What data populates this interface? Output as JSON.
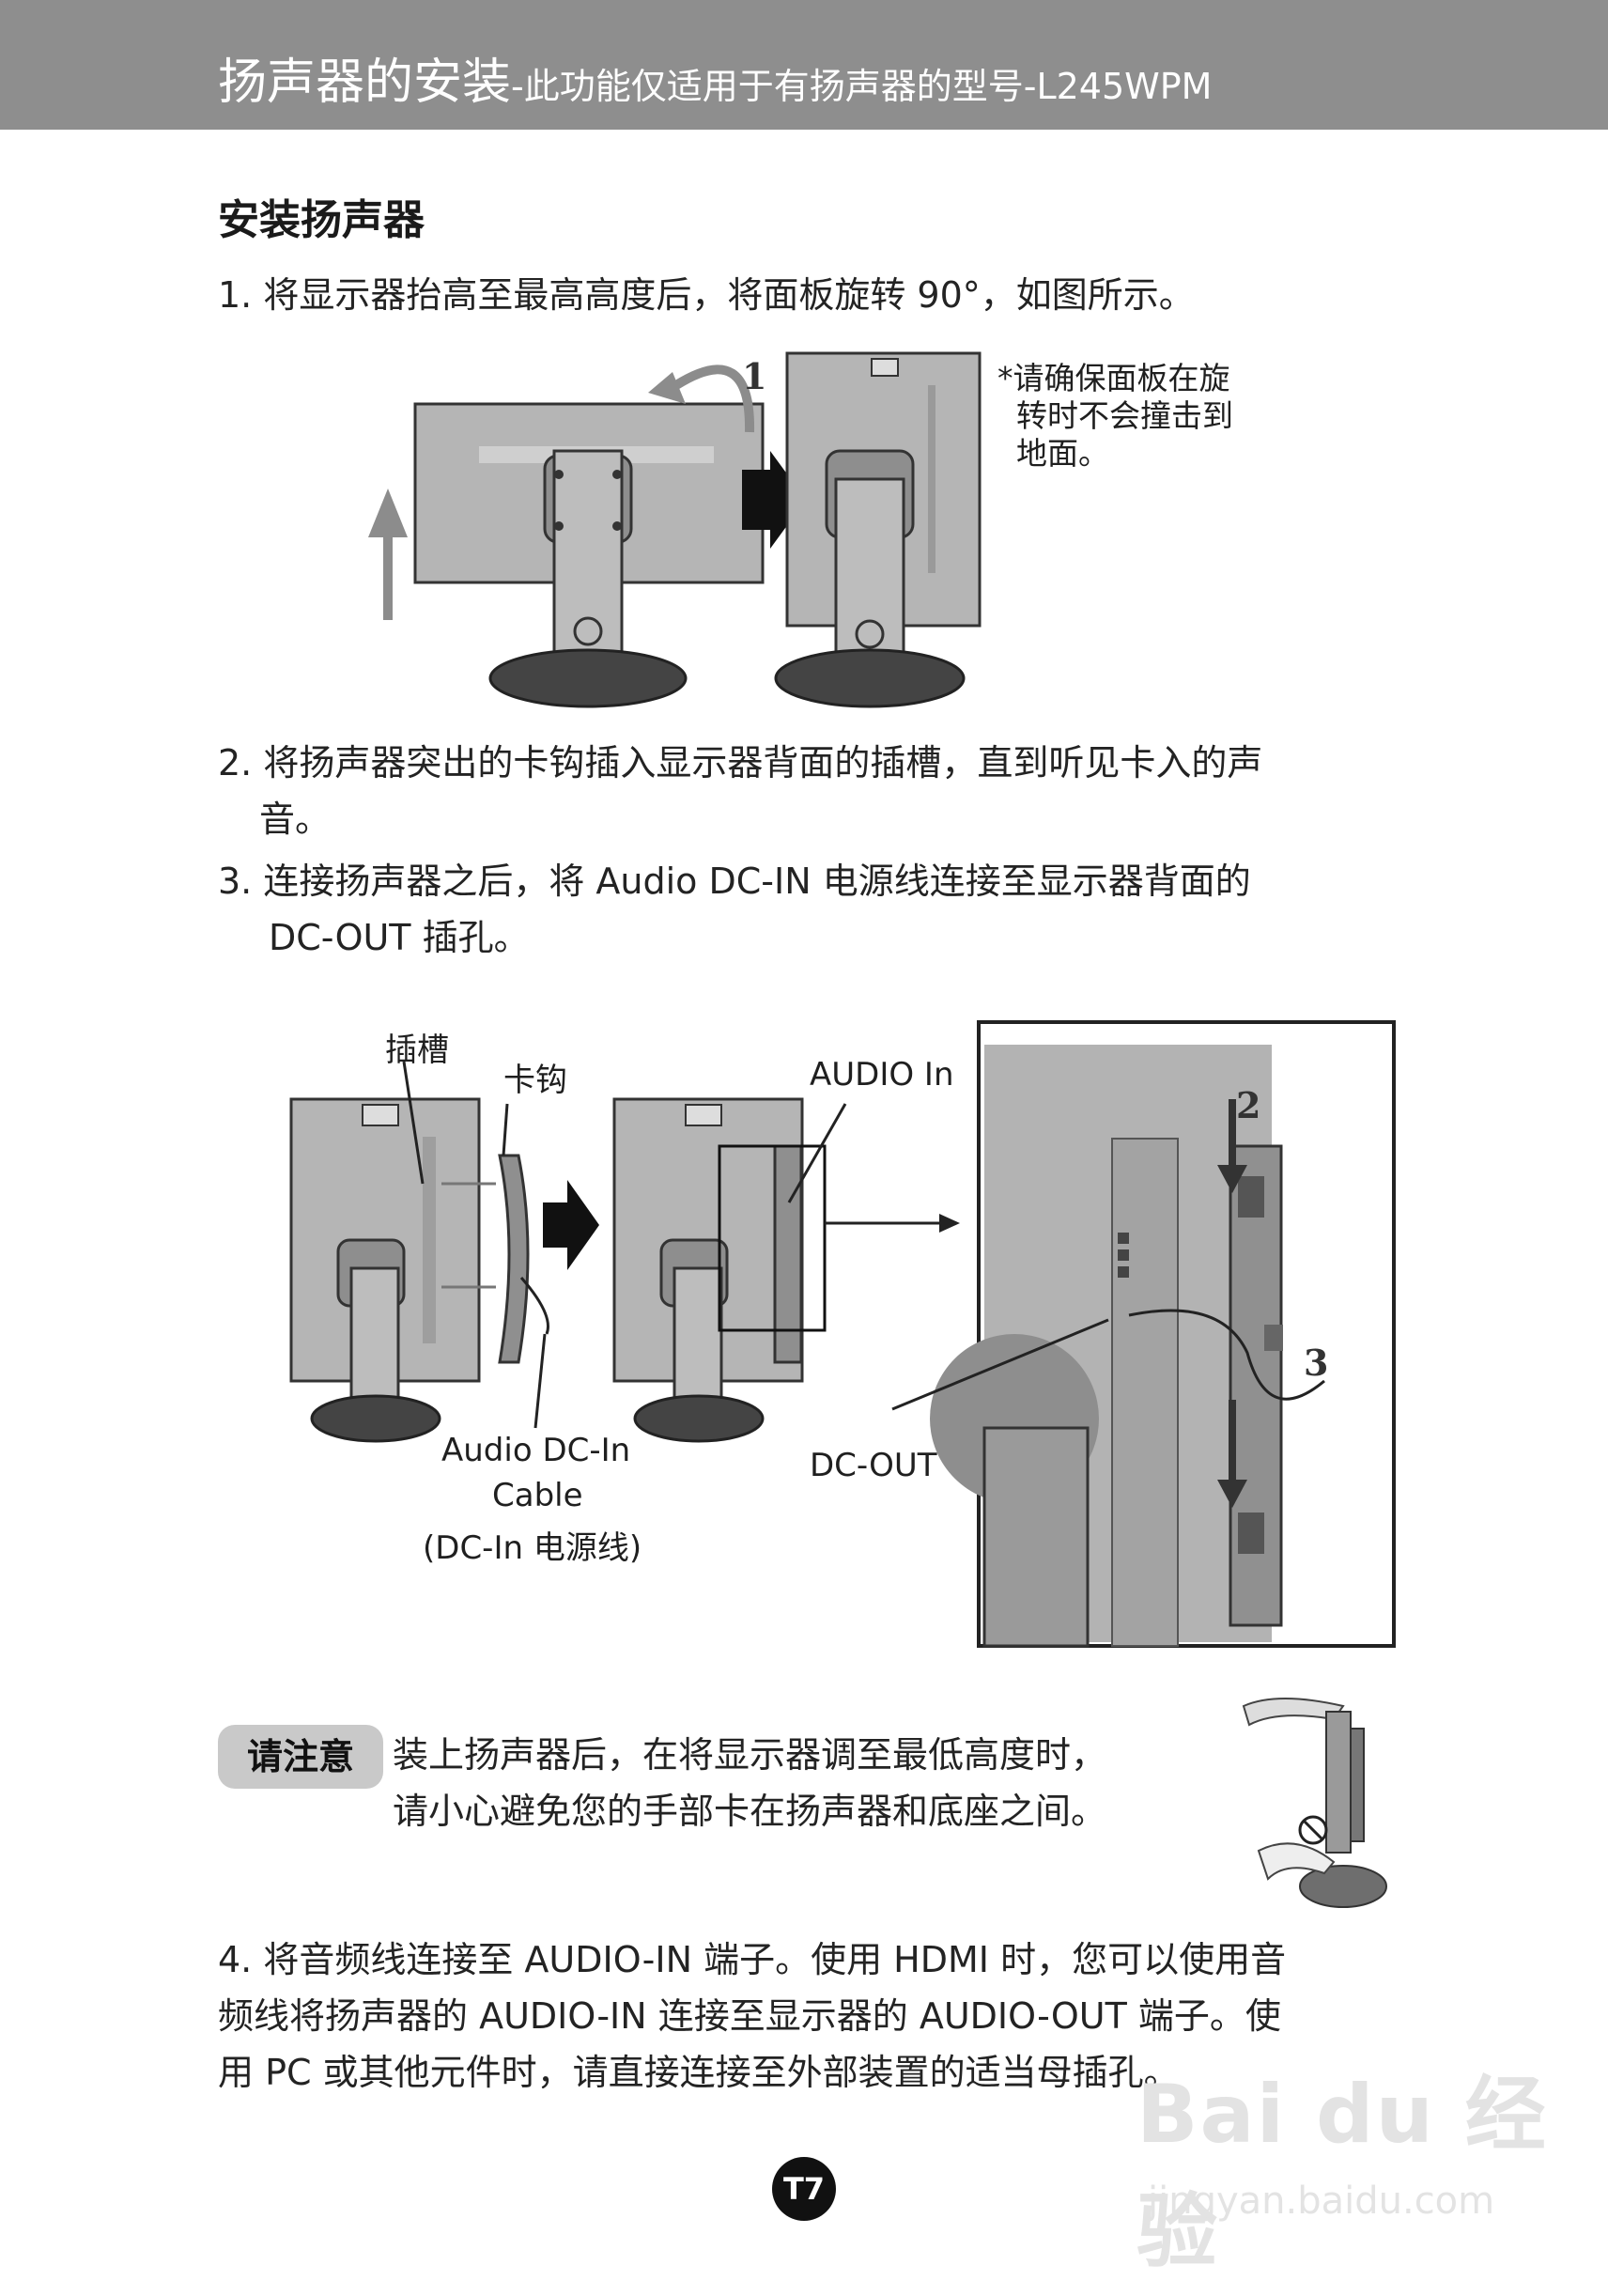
{
  "header": {
    "title": "扬声器的安装",
    "subtitle": "-此功能仅适用于有扬声器的型号-L245WPM"
  },
  "section_title": "安装扬声器",
  "steps": {
    "step1": "1. 将显示器抬高至最高高度后，将面板旋转 90°，如图所示。",
    "step2_line1": "2. 将扬声器突出的卡钩插入显示器背面的插槽，直到听见卡入的声",
    "step2_line2": "音。",
    "step3_line1": "3. 连接扬声器之后，将 Audio DC-IN 电源线连接至显示器背面的",
    "step3_line2": "DC-OUT 插孔。",
    "step4_line1": "4. 将音频线连接至 AUDIO-IN 端子。使用 HDMI 时，您可以使用音",
    "step4_line2": "频线将扬声器的 AUDIO-IN 连接至显示器的 AUDIO-OUT 端子。使",
    "step4_line3": "用 PC 或其他元件时，请直接连接至外部装置的适当母插孔。"
  },
  "figure1": {
    "note_line1": "*请确保面板在旋",
    "note_line2": "转时不会撞击到",
    "note_line3": "地面。",
    "marker": "1"
  },
  "figure2": {
    "label_slot": "插槽",
    "label_hook": "卡钩",
    "label_audio_in": "AUDIO In",
    "label_cable_1": "Audio DC-In",
    "label_cable_2": "Cable",
    "label_cable_3": "(DC-In 电源线)",
    "label_dc_out": "DC-OUT",
    "marker_2": "2",
    "marker_3": "3"
  },
  "note": {
    "badge": "请注意",
    "line1": "装上扬声器后，在将显示器调至最低高度时，",
    "line2": "请小心避免您的手部卡在扬声器和底座之间。"
  },
  "page_number": "T7",
  "watermark": {
    "brand": "Bai du 经验",
    "url": "jingyan.baidu.com"
  }
}
